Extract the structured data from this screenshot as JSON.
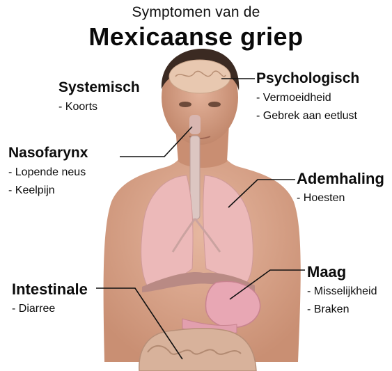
{
  "title": {
    "line1": "Symptomen van de",
    "line2": "Mexicaanse griep"
  },
  "groups": {
    "systemisch": {
      "heading": "Systemisch",
      "items": [
        "- Koorts"
      ]
    },
    "psychologisch": {
      "heading": "Psychologisch",
      "items": [
        "- Vermoeidheid",
        "- Gebrek aan eetlust"
      ]
    },
    "nasofarynx": {
      "heading": "Nasofarynx",
      "items": [
        "- Lopende neus",
        "- Keelpijn"
      ]
    },
    "ademhaling": {
      "heading": "Ademhaling",
      "items": [
        "- Hoesten"
      ]
    },
    "maag": {
      "heading": "Maag",
      "items": [
        "- Misselijkheid",
        "- Braken"
      ]
    },
    "intestinale": {
      "heading": "Intestinale",
      "items": [
        "- Diarree"
      ]
    }
  },
  "colors": {
    "skin": "#d9a88e",
    "lung": "#ecb9b9",
    "stomach": "#e8a7b4",
    "intestine": "#d8b29b",
    "brain": "#e8c8b0",
    "leader": "#111111"
  }
}
